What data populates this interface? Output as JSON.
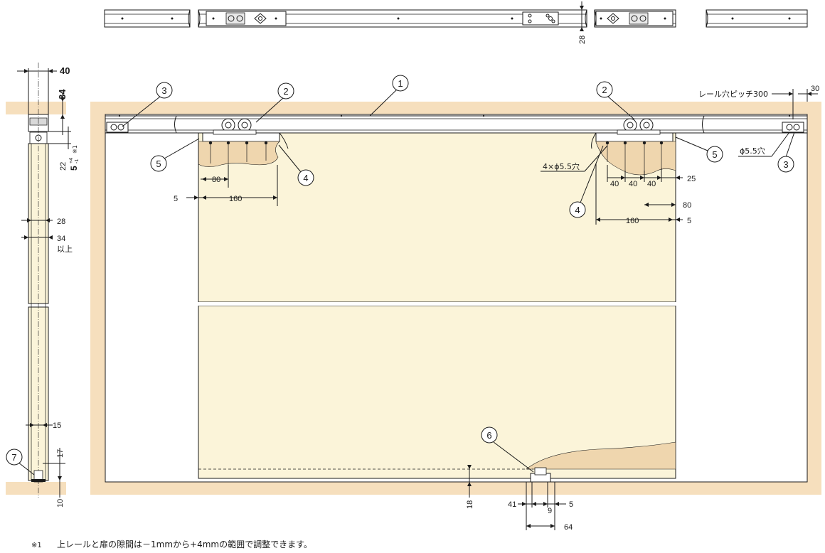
{
  "colors": {
    "wall": "#f6dfbd",
    "door": "#fbf4d9",
    "cutaway": "#efd6ae",
    "line": "#1a1a1a"
  },
  "callouts": {
    "c1": "1",
    "c2": "2",
    "c3": "3",
    "c4": "4",
    "c5": "5",
    "c6": "6",
    "c7": "7"
  },
  "side_view": {
    "d40": "40",
    "d34_top": "34",
    "d22": "22",
    "d5_adj": "5",
    "d5_sup": "+4",
    "d5_sub": "-1",
    "d5_note": "※1",
    "d28": "28",
    "d34_min": "34",
    "d34_min_suffix": "以上",
    "d15": "15",
    "d17": "17",
    "d10": "10"
  },
  "front_view": {
    "top_d28": "28",
    "rail_pitch": "レール穴ピッチ300",
    "d30": "30",
    "hole_left": "4×ϕ5.5穴",
    "hole_right": "ϕ5.5穴",
    "d80_left": "80",
    "d5_left": "5",
    "d160_left": "160",
    "d40_a": "40",
    "d40_b": "40",
    "d40_c": "40",
    "d25": "25",
    "d80_right": "80",
    "d160_right": "160",
    "d5_right": "5",
    "d18": "18",
    "d41": "41",
    "d9": "9",
    "d5_bottom": "5",
    "d64": "64"
  },
  "footnote": {
    "mark": "※1",
    "text": "上レールと扉の隙間は－1mmから+4mmの範囲で調整できます。"
  }
}
